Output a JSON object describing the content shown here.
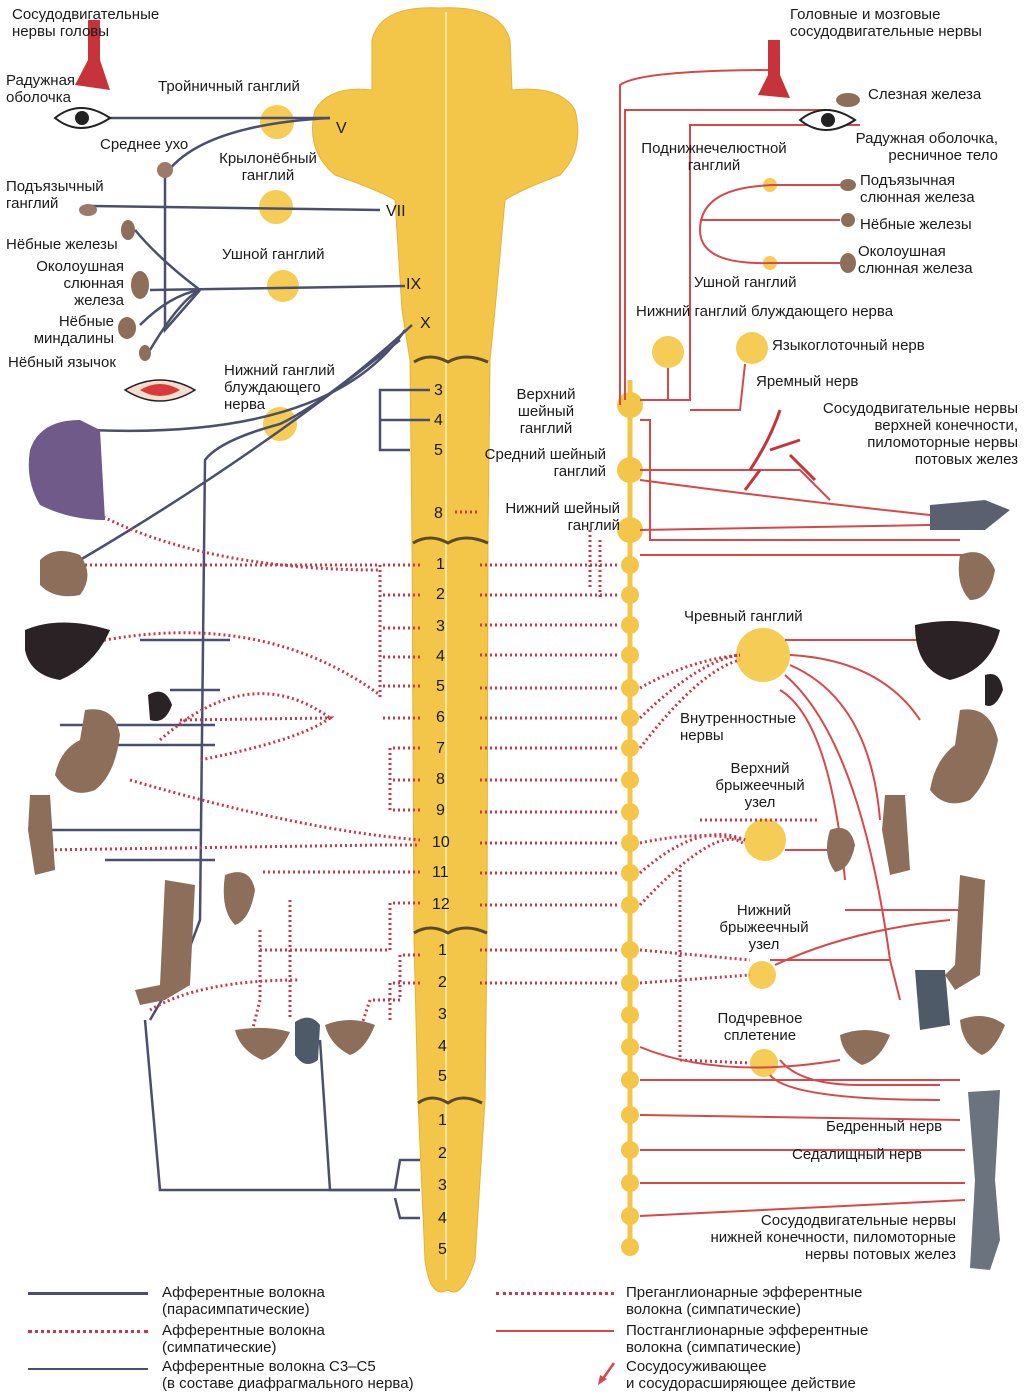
{
  "colors": {
    "spinal_cord": "#f3c64a",
    "ganglion": "#f5cc55",
    "sympathetic_post": "#d8474a",
    "sympathetic_pre": "#c8384a",
    "parasympathetic": "#4b4f6e",
    "organ_brown": "#8c6e5a",
    "organ_dark": "#2a2224",
    "lung": "#6f5a8a"
  },
  "labels": {
    "head_vessels_left": "Сосудодвигательные\nнервы головы",
    "iris_left": "Радужная\nоболочка",
    "trigeminal_ganglion": "Тройничный ганглий",
    "middle_ear": "Среднее ухо",
    "pterygopalatine_ganglion": "Крылонёбный\nганглий",
    "sublingual_ganglion": "Подъязычный\nганглий",
    "palatine_glands_left": "Нёбные железы",
    "otic_ganglion_left": "Ушной ганглий",
    "parotid_left": "Околоушная\nслюнная\nжелеза",
    "palatine_tonsils": "Нёбные\nминдалины",
    "uvula": "Нёбный язычок",
    "inferior_vagus_ganglion_left": "Нижний ганглий\nблуждающего\nнерва",
    "head_vessels_right": "Головные и мозговые\nсосудодвигательные нервы",
    "lacrimal_gland": "Слезная железа",
    "submandibular_ganglion": "Поднижнечелюстной\nганглий",
    "iris_ciliary": "Радужная оболочка,\nресничное тело",
    "sublingual_gland": "Подъязычная\nслюнная железа",
    "palatine_glands_right": "Нёбные железы",
    "otic_ganglion_right": "Ушной ганглий",
    "parotid_right": "Околоушная\nслюнная железа",
    "inferior_vagus_ganglion_right": "Нижний ганглий блуждающего нерва",
    "glossopharyngeal_nerve": "Языкоглоточный нерв",
    "jugular_nerve": "Яремный нерв",
    "upper_limb_nerves": "Сосудодвигательные нервы\nверхней конечности,\nпиломоторные нервы\nпотовых желез",
    "superior_cervical": "Верхний\nшейный\nганглий",
    "middle_cervical": "Средний шейный\nганглий",
    "inferior_cervical": "Нижний шейный\nганглий",
    "celiac_ganglion": "Чревный ганглий",
    "splanchnic_nerves": "Внутренностные\nнервы",
    "superior_mesenteric": "Верхний\nбрыжеечный\nузел",
    "inferior_mesenteric": "Нижний\nбрыжеечный\nузел",
    "hypogastric_plexus": "Подчревное\nсплетение",
    "femoral_nerve": "Бедренный нерв",
    "sciatic_nerve": "Седалищный нерв",
    "lower_limb_nerves": "Сосудодвигательные нервы\nнижней конечности, пиломоторные\nнервы потовых желез"
  },
  "cranial_nerves": [
    "V",
    "VII",
    "IX",
    "X"
  ],
  "segments": {
    "cervical": [
      "3",
      "4",
      "5",
      "8"
    ],
    "thoracic": [
      "1",
      "2",
      "3",
      "4",
      "5",
      "6",
      "7",
      "8",
      "9",
      "10",
      "11",
      "12"
    ],
    "lumbar": [
      "1",
      "2",
      "3",
      "4",
      "5"
    ],
    "sacral": [
      "1",
      "2",
      "3",
      "4",
      "5"
    ]
  },
  "legend": [
    {
      "style": "solid-dark",
      "text": "Афферентные волокна\n(парасимпатические)"
    },
    {
      "style": "dotted-red",
      "text": "Афферентные волокна\n(симпатические)"
    },
    {
      "style": "solid-thin-dark",
      "text": "Афферентные волокна С3–С5\n(в составе диафрагмального нерва)"
    },
    {
      "style": "dotted-red-right",
      "text": "Преганглионарные эфферентные\nволокна (симпатические)"
    },
    {
      "style": "solid-red",
      "text": "Постганглионарные эфферентные\nволокна (симпатические)"
    },
    {
      "style": "arrow-red",
      "text": "Сосудосуживающее\nи сосудорасширяющее действие"
    }
  ]
}
